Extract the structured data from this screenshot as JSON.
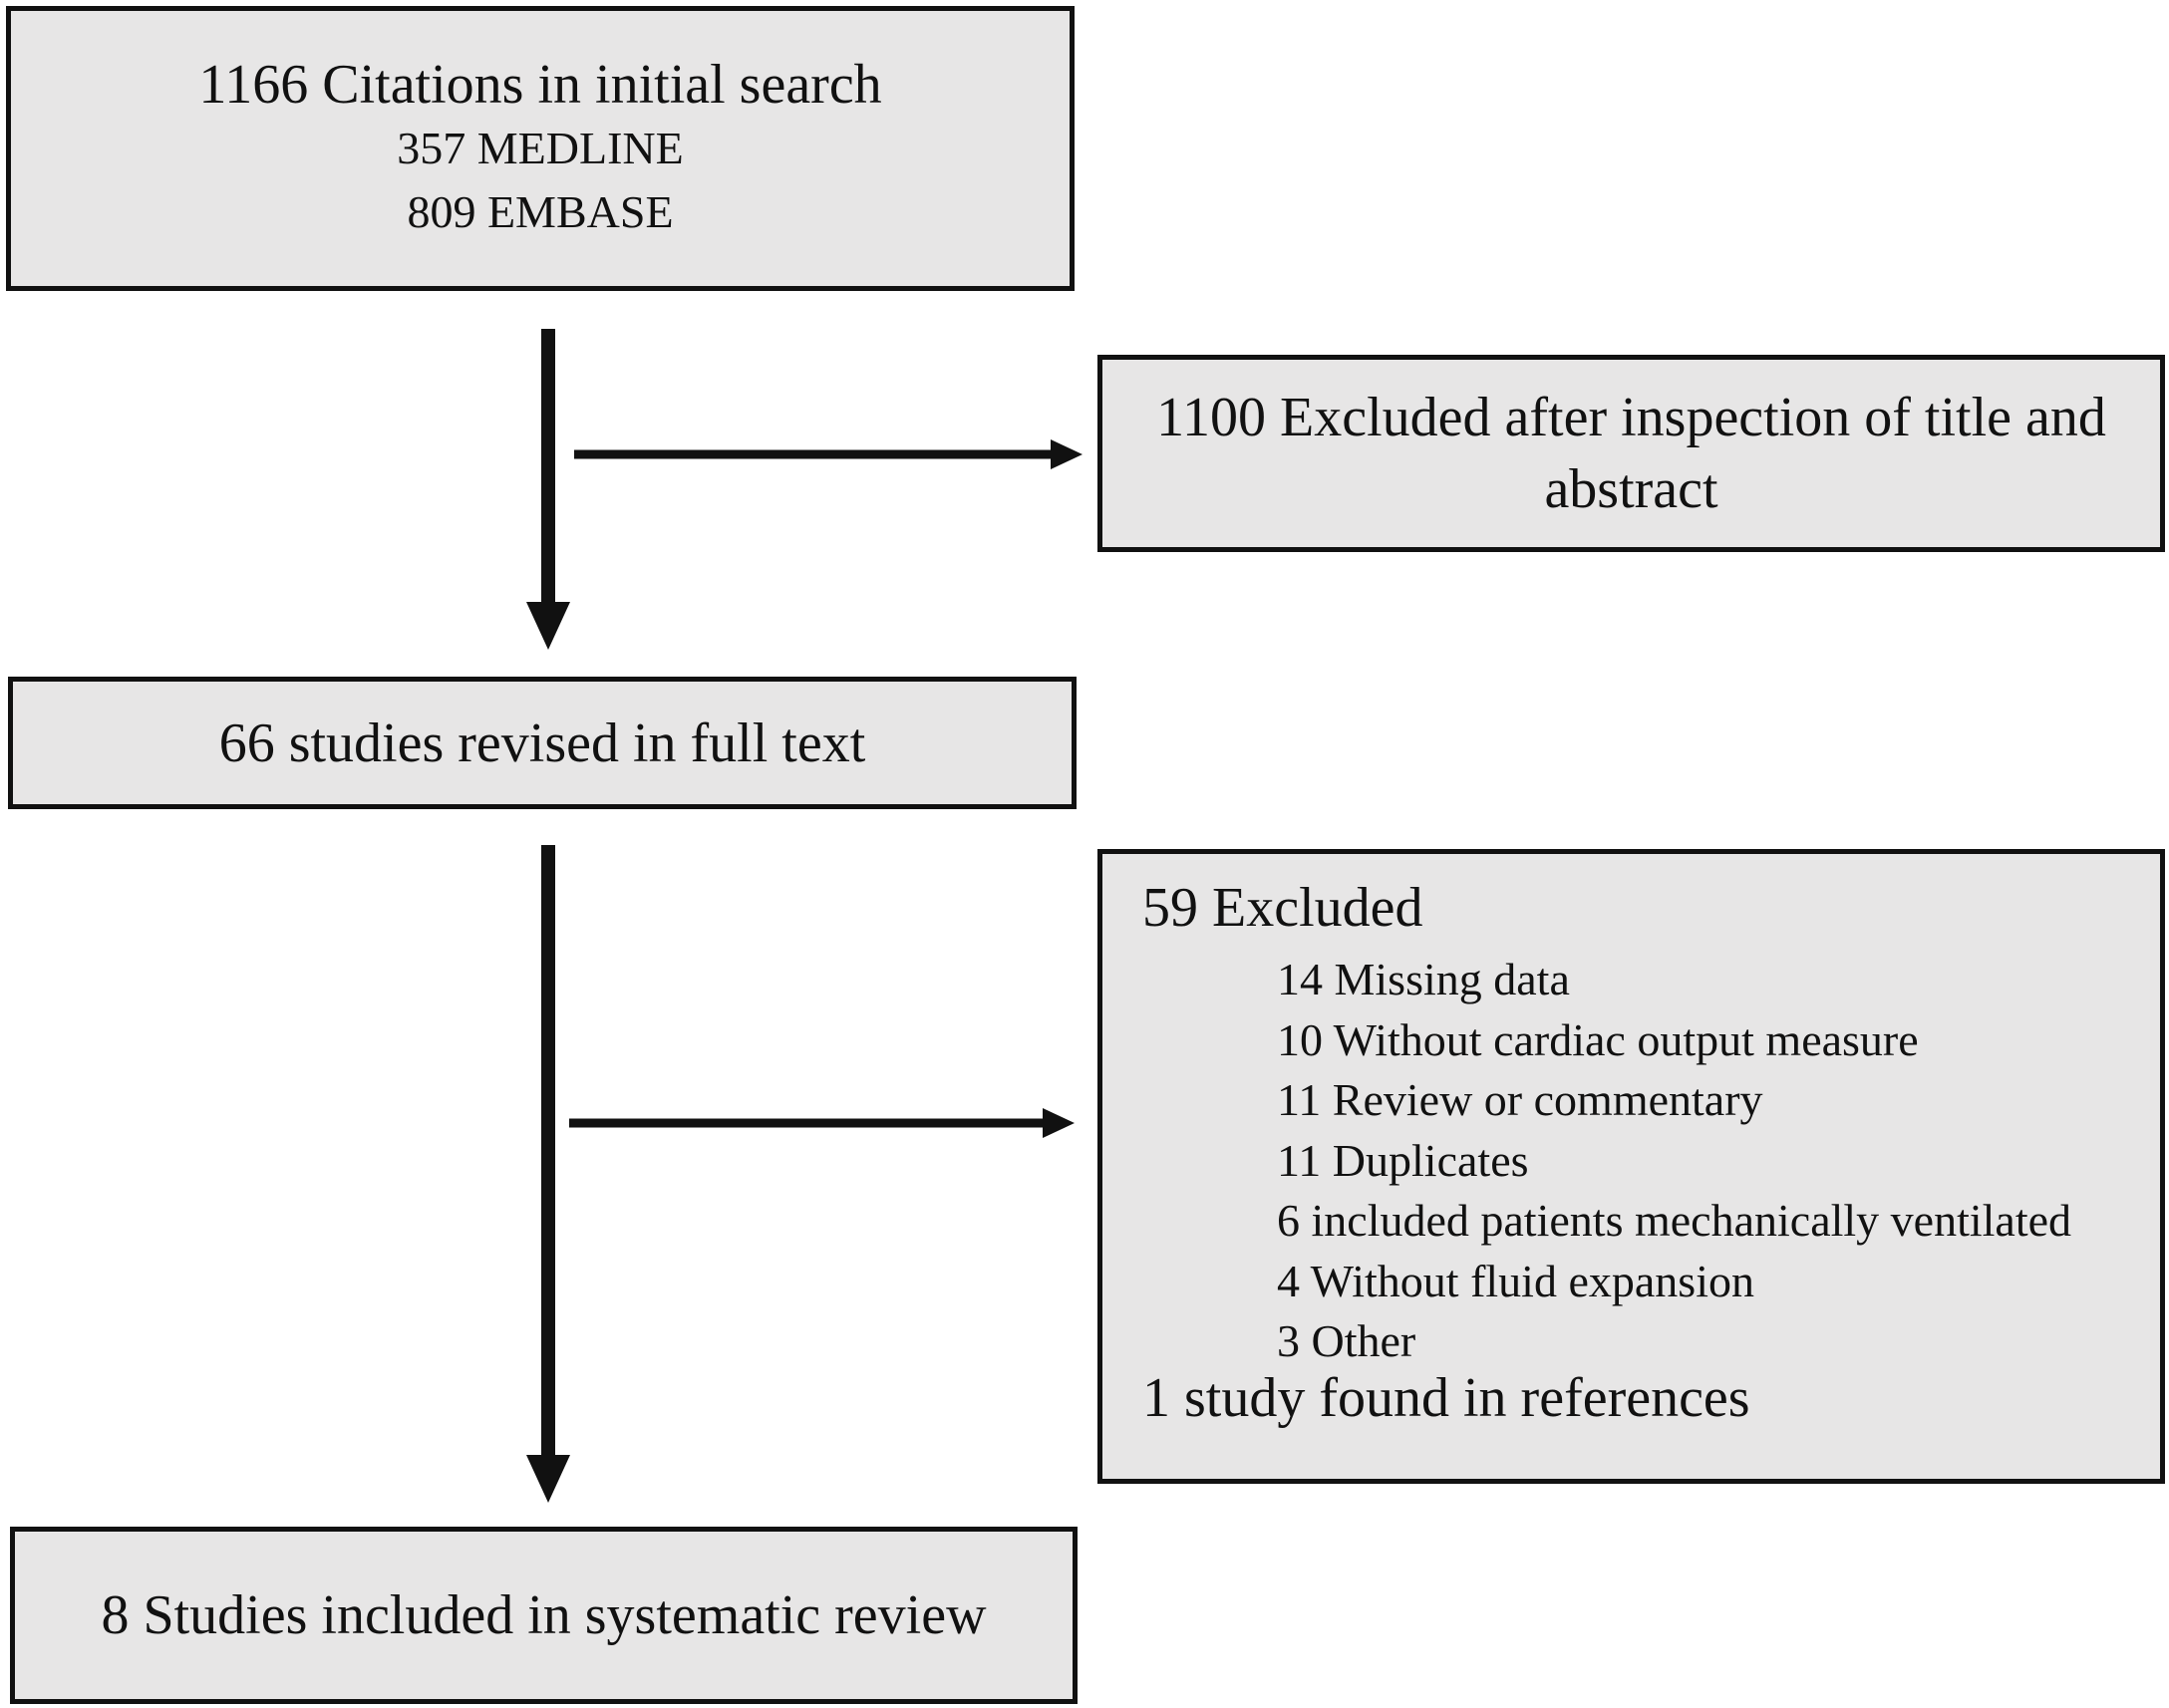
{
  "flow": {
    "search": {
      "title": "1166 Citations in initial search",
      "sources": [
        "357 MEDLINE",
        "809 EMBASE"
      ]
    },
    "excluded_title_abstract": {
      "text": "1100 Excluded after inspection of title and abstract"
    },
    "full_text": {
      "text": "66 studies revised in full text"
    },
    "excluded_full_text": {
      "title": "59 Excluded",
      "reasons": [
        "14 Missing data",
        "10 Without cardiac output measure",
        "11 Review or commentary",
        "11 Duplicates",
        "6 included patients mechanically ventilated",
        "4 Without fluid expansion",
        "3 Other"
      ],
      "footer": "1 study found in references"
    },
    "included": {
      "text": "8 Studies included in systematic review"
    }
  }
}
